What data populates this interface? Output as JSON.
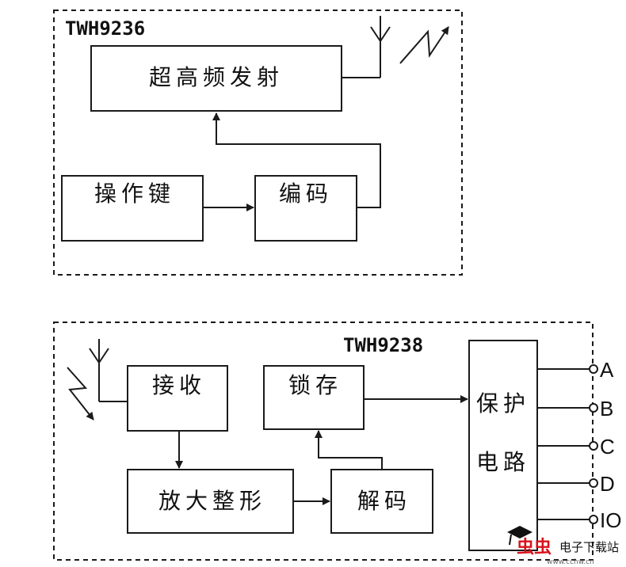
{
  "transmitter": {
    "model": "TWH9236",
    "blocks": {
      "rf_tx": "超高频发射",
      "keys": "操作键",
      "encoder": "编码"
    }
  },
  "receiver": {
    "model": "TWH9238",
    "blocks": {
      "rx": "接收",
      "latch": "锁存",
      "amp_shaper": "放大整形",
      "decoder": "解码",
      "protect_line1": "保护",
      "protect_line2": "电路"
    },
    "outputs": [
      "A",
      "B",
      "C",
      "D",
      "IO"
    ]
  },
  "watermark": {
    "brand": "虫虫",
    "text": "电子下载站",
    "url": "www.cchw.cn"
  },
  "colors": {
    "ink": "#1a1a1a",
    "watermark_red": "#d8121b"
  }
}
